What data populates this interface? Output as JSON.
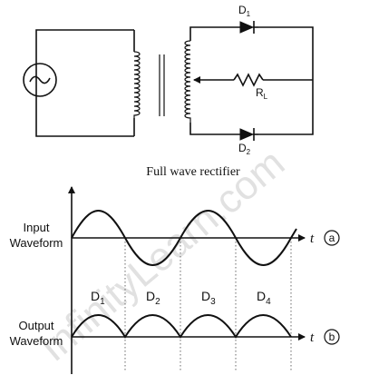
{
  "watermark": "InfinityLearn.com",
  "circuit": {
    "caption": "Full wave rectifier",
    "diode_top": {
      "name": "D",
      "sub": "1"
    },
    "diode_bottom": {
      "name": "D",
      "sub": "2"
    },
    "resistor": {
      "name": "R",
      "sub": "L"
    }
  },
  "waveforms": {
    "input_label_line1": "Input",
    "input_label_line2": "Waveform",
    "output_label_line1": "Output",
    "output_label_line2": "Waveform",
    "axis_var": "t",
    "marker_a": "a",
    "marker_b": "b",
    "diode_labels": [
      {
        "name": "D",
        "sub": "1"
      },
      {
        "name": "D",
        "sub": "2"
      },
      {
        "name": "D",
        "sub": "3"
      },
      {
        "name": "D",
        "sub": "4"
      }
    ]
  }
}
